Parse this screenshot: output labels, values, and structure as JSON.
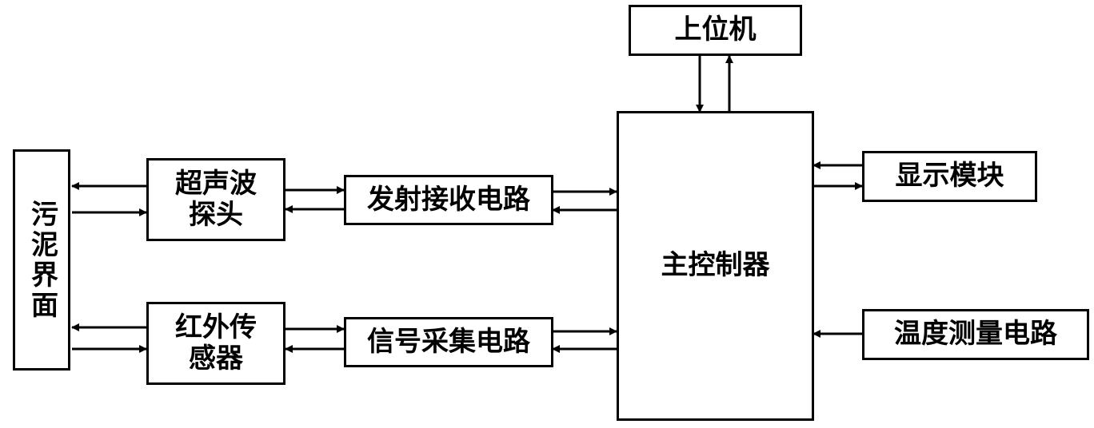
{
  "blocks": {
    "host": "上位机",
    "main_controller": "主控制器",
    "sludge_interface": "污泥界面",
    "ultrasonic_probe": "超声波\n探头",
    "tx_rx_circuit": "发射接收电路",
    "infrared_sensor": "红外传\n感器",
    "signal_acquisition": "信号采集电路",
    "display_module": "显示模块",
    "temperature_circuit": "温度测量电路"
  },
  "colors": {
    "line": "#000000",
    "background": "#ffffff"
  }
}
